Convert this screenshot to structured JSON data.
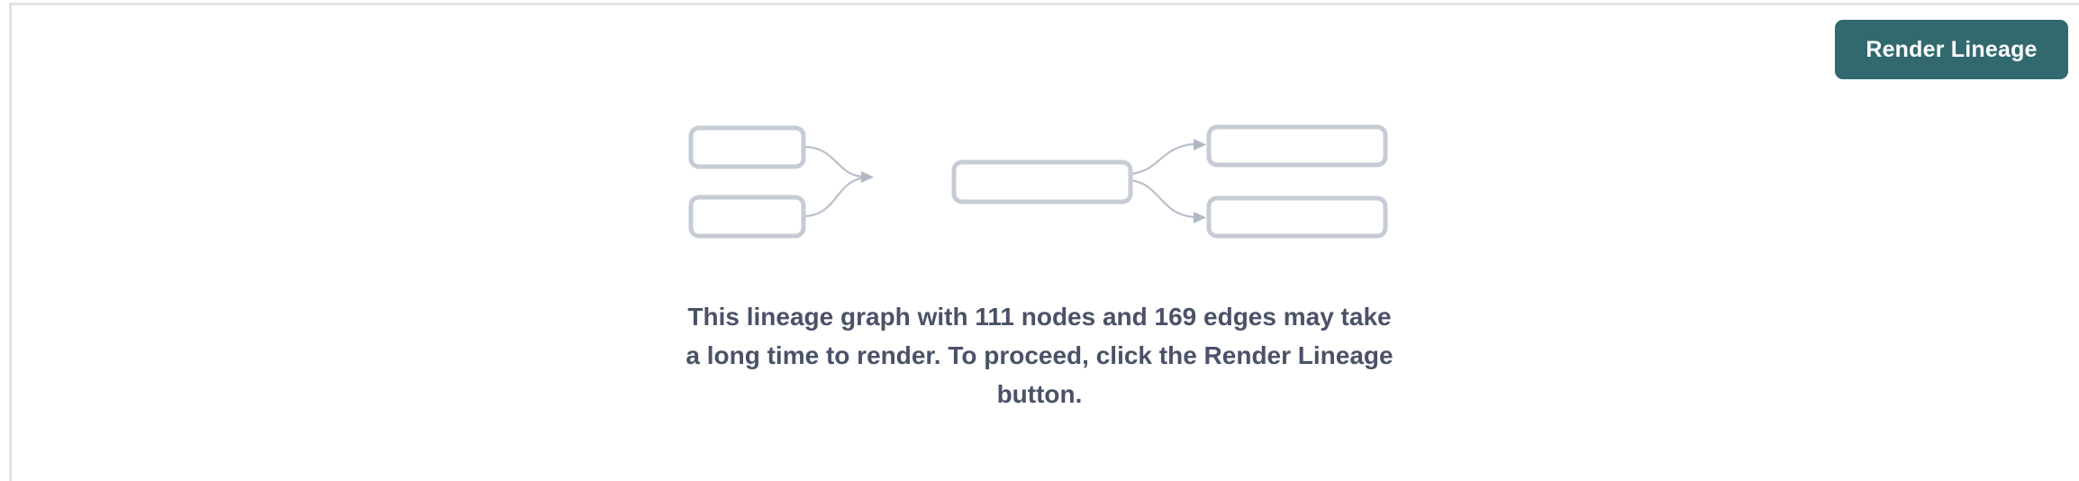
{
  "panel": {
    "background_color": "#ffffff",
    "border_color": "#e2e4e9"
  },
  "toolbar": {
    "render_button_label": "Render Lineage",
    "render_button_color": "#31696e",
    "render_button_text_color": "#ffffff"
  },
  "illustration": {
    "name": "lineage-graph-placeholder",
    "node_border_color": "#c6ccd5",
    "edge_color": "#b9c0ca",
    "nodes": [
      {
        "id": "upstream-1",
        "column": "left",
        "row": 1
      },
      {
        "id": "upstream-2",
        "column": "left",
        "row": 2
      },
      {
        "id": "focus",
        "column": "center",
        "row": 1
      },
      {
        "id": "downstream-1",
        "column": "right",
        "row": 1
      },
      {
        "id": "downstream-2",
        "column": "right",
        "row": 2
      }
    ],
    "edges": [
      {
        "from": "upstream-1",
        "to": "focus"
      },
      {
        "from": "upstream-2",
        "to": "focus"
      },
      {
        "from": "focus",
        "to": "downstream-1"
      },
      {
        "from": "focus",
        "to": "downstream-2"
      }
    ]
  },
  "message": {
    "node_count": 111,
    "edge_count": 169,
    "text": "This lineage graph with 111 nodes and 169 edges may take a long time to render. To proceed, click the Render Lineage button.",
    "text_color": "#4a5268"
  }
}
